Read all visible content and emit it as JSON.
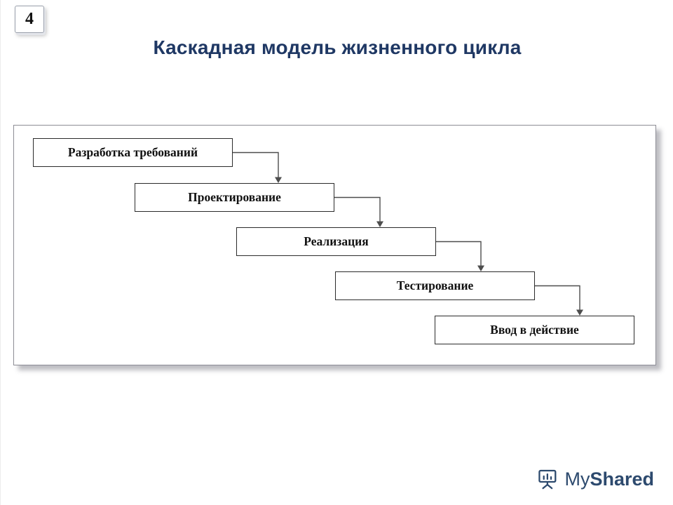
{
  "slide": {
    "number": "4",
    "title": "Каскадная модель жизненного цикла"
  },
  "diagram": {
    "type": "flow-cascade",
    "stages": [
      "Разработка требований",
      "Проектирование",
      "Реализация",
      "Тестирование",
      "Ввод в действие"
    ],
    "flow": [
      [
        "Разработка требований",
        "Проектирование"
      ],
      [
        "Проектирование",
        "Реализация"
      ],
      [
        "Реализация",
        "Тестирование"
      ],
      [
        "Тестирование",
        "Ввод в действие"
      ]
    ]
  },
  "logo": {
    "my": "My",
    "shared": "Shared"
  },
  "icons": {
    "logo_icon": "projector-screen-icon"
  },
  "colors": {
    "title": "#1f3864",
    "logo": "#2d4a6e",
    "arrow": "#4d4d4d",
    "box_border": "#2b2b2b",
    "panel_border": "#8d8d95"
  }
}
